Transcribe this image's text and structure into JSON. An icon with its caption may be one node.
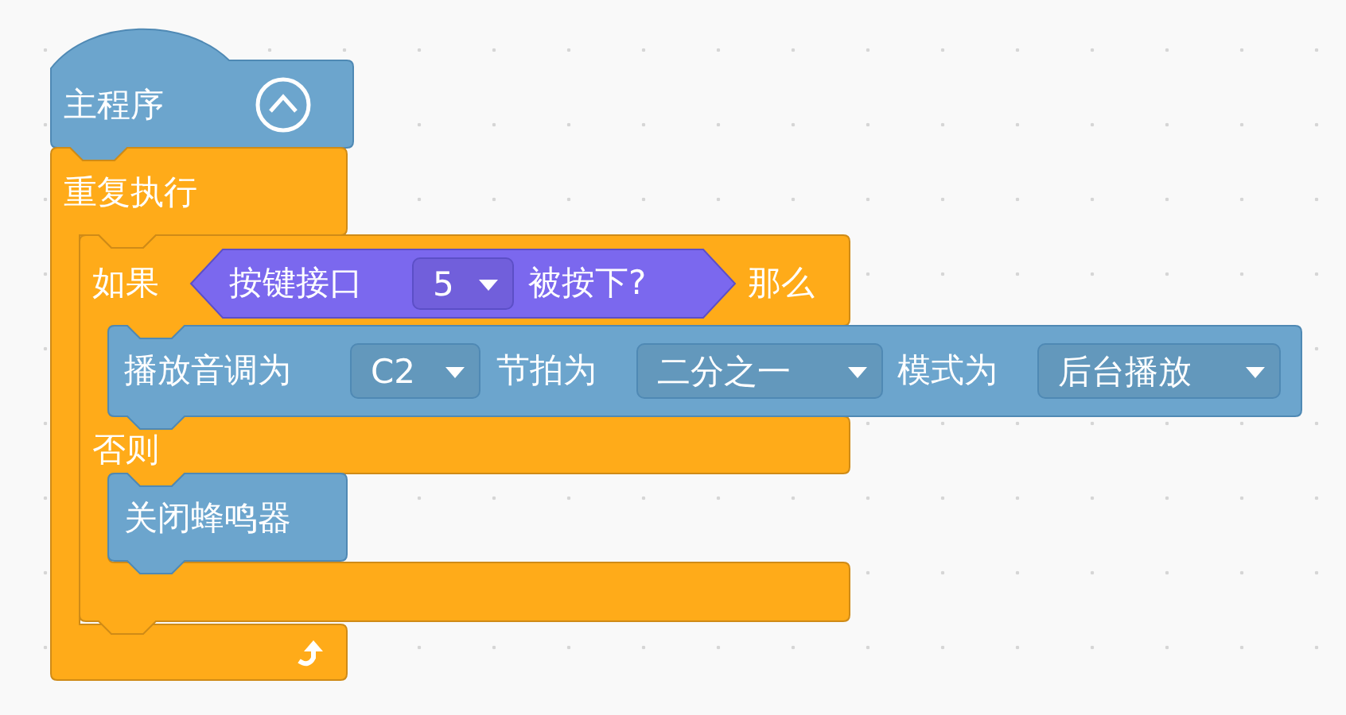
{
  "diagram": {
    "nodes": [
      {
        "text": [
          "主程序"
        ]
      },
      {
        "text": [
          "重复执行"
        ]
      },
      {
        "text": [
          "如果",
          "那么",
          "否则"
        ]
      },
      {
        "text": [
          "按键接口",
          "被按下?"
        ],
        "in": 2
      },
      {
        "text": [
          "5"
        ],
        "in": 3
      },
      {
        "text": [
          "播放音调为",
          "节拍为",
          "模式为"
        ]
      },
      {
        "text": [
          "C2"
        ],
        "in": 5
      },
      {
        "text": [
          "二分之一"
        ],
        "in": 5
      },
      {
        "text": [
          "后台播放"
        ],
        "in": 5
      },
      {
        "text": [
          "关闭蜂鸣器"
        ],
        "in": 2
      }
    ],
    "edges": []
  }
}
